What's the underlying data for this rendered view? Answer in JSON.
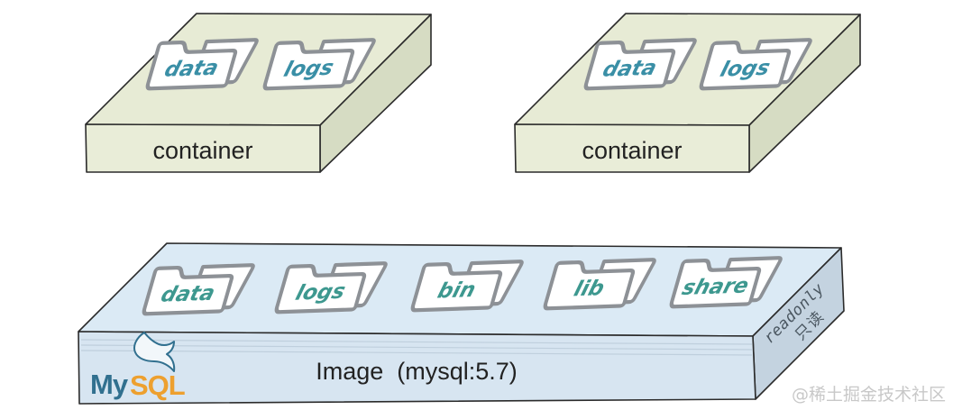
{
  "containers": [
    {
      "label": "container",
      "folders": [
        {
          "label": "data"
        },
        {
          "label": "logs"
        }
      ]
    },
    {
      "label": "container",
      "folders": [
        {
          "label": "data"
        },
        {
          "label": "logs"
        }
      ]
    }
  ],
  "image_box": {
    "label": "Image  (mysql:5.7)",
    "folders": [
      {
        "label": "data"
      },
      {
        "label": "logs"
      },
      {
        "label": "bin"
      },
      {
        "label": "lib"
      },
      {
        "label": "share"
      }
    ],
    "side_label": "readonly",
    "side_label_zh": "只读",
    "logo": {
      "my": "My",
      "sql": "SQL"
    }
  },
  "watermark": "@稀土掘金技术社区",
  "colors": {
    "container_top": "#e7ebd5",
    "container_front": "#e9edd8",
    "container_side": "#d6dcc3",
    "image_top": "#dbeaf5",
    "image_front": "#d7e5f1",
    "image_side": "#c4d3e0",
    "folder_fill": "#ffffff",
    "folder_stroke": "#8d9196",
    "folder_label_container": "#3a8fa6",
    "folder_label_image": "#3d988f",
    "edge": "#2b2b2b",
    "label_text": "#222222",
    "mysql_blue": "#31708f",
    "mysql_orange": "#eda02f",
    "readonly_text": "#4a5660",
    "watermark": "#c8c8c8"
  }
}
